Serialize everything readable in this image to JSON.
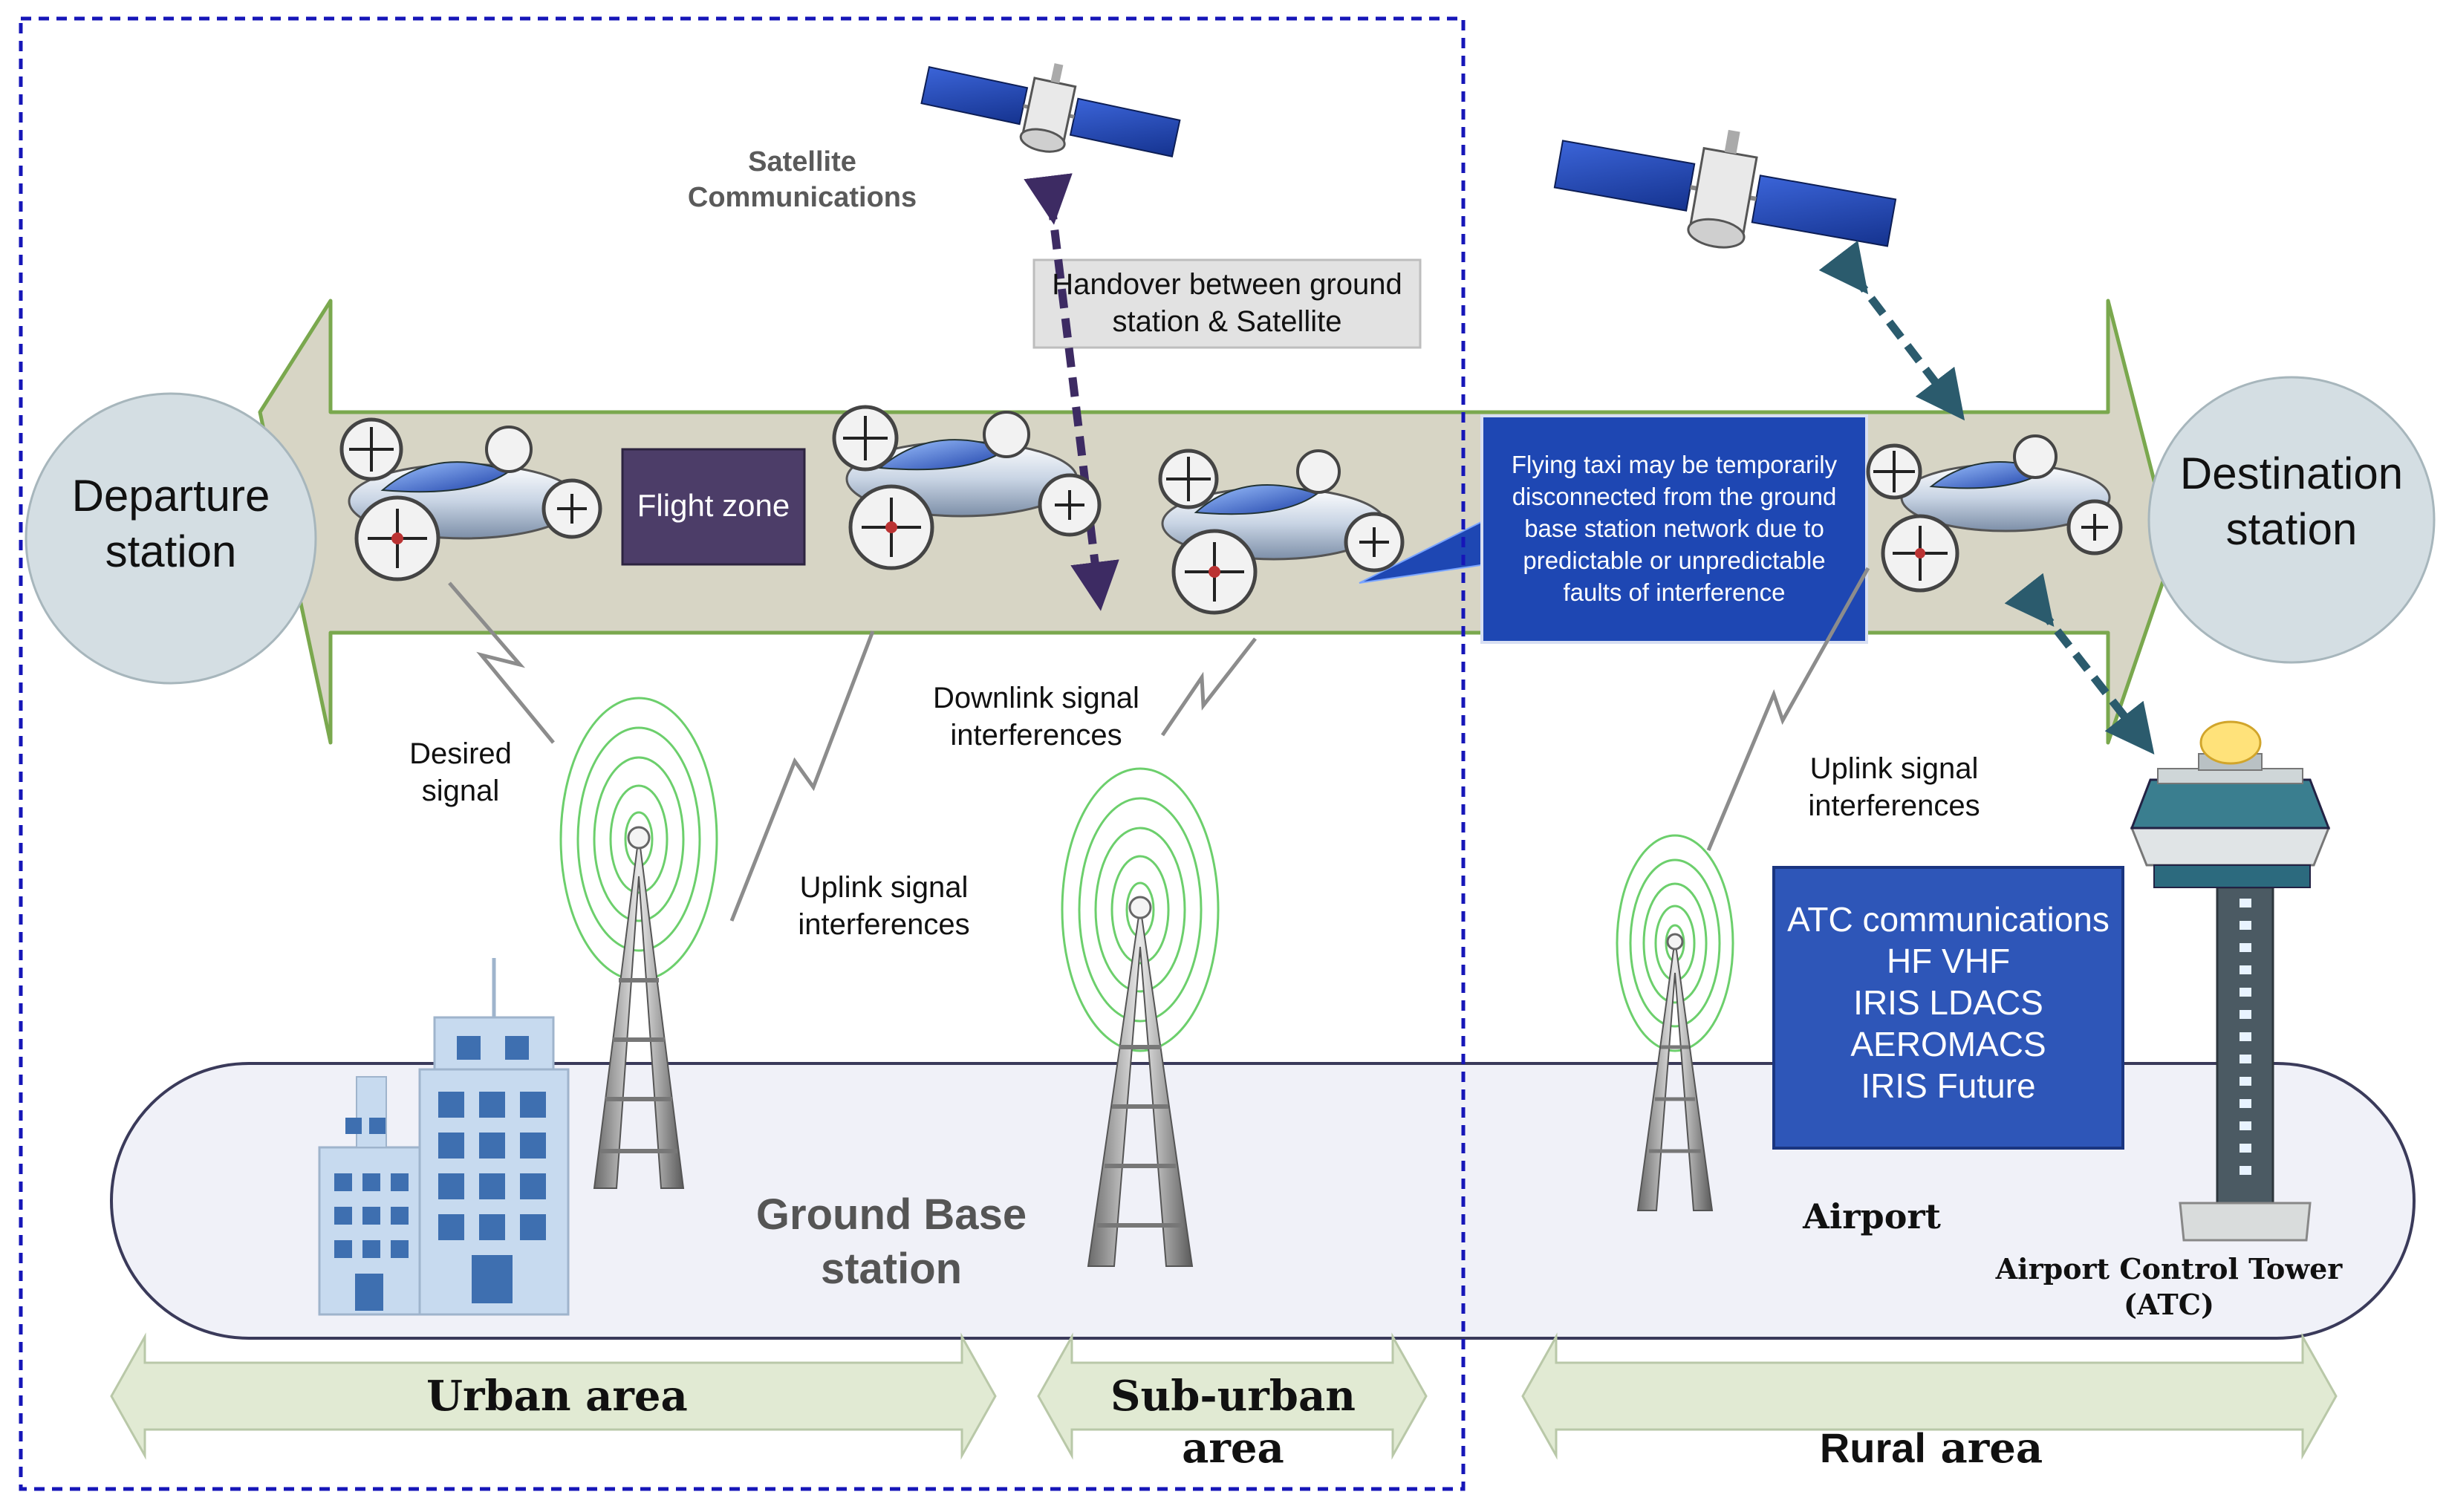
{
  "stations": {
    "departure": "Departure\nstation",
    "destination": "Destination\nstation"
  },
  "flight_zone": "Flight zone",
  "satellite_comms": "Satellite\nCommunications",
  "handover": "Handover between ground\nstation & Satellite",
  "disconnect_note": "Flying taxi may be temporarily\ndisconnected from the ground\nbase station network due to\npredictable or unpredictable\nfaults of interference",
  "signals": {
    "desired": "Desired\nsignal",
    "uplink_urban": "Uplink signal\ninterferences",
    "downlink": "Downlink signal\ninterferences",
    "uplink_rural": "Uplink signal\ninterferences"
  },
  "atc_box": "ATC communications\nHF VHF\nIRIS LDACS\nAEROMACS\nIRIS Future",
  "ground_base": "Ground Base\nstation",
  "airport": "Airport",
  "tower": "Airport Control Tower\n(ATC)",
  "areas": {
    "urban": "Urban area",
    "suburban": "Sub-urban area",
    "rural_bold": "Rural",
    "rural_rest": " area"
  },
  "colors": {
    "flight_band": "#d7d5c5",
    "arrow_border": "#7aa84e",
    "station_circle": "#d4dee3",
    "flight_zone_box": "#4c3d68",
    "note_box": "#1e47b3",
    "atc_box": "#2e56b8",
    "ground_fill": "#f0f1f8",
    "area_arrow": "#e1ead3",
    "dashed_border": "#1616b8",
    "comm_arrow": "#2b5b6d",
    "handover_arrow": "#3d2b63"
  }
}
